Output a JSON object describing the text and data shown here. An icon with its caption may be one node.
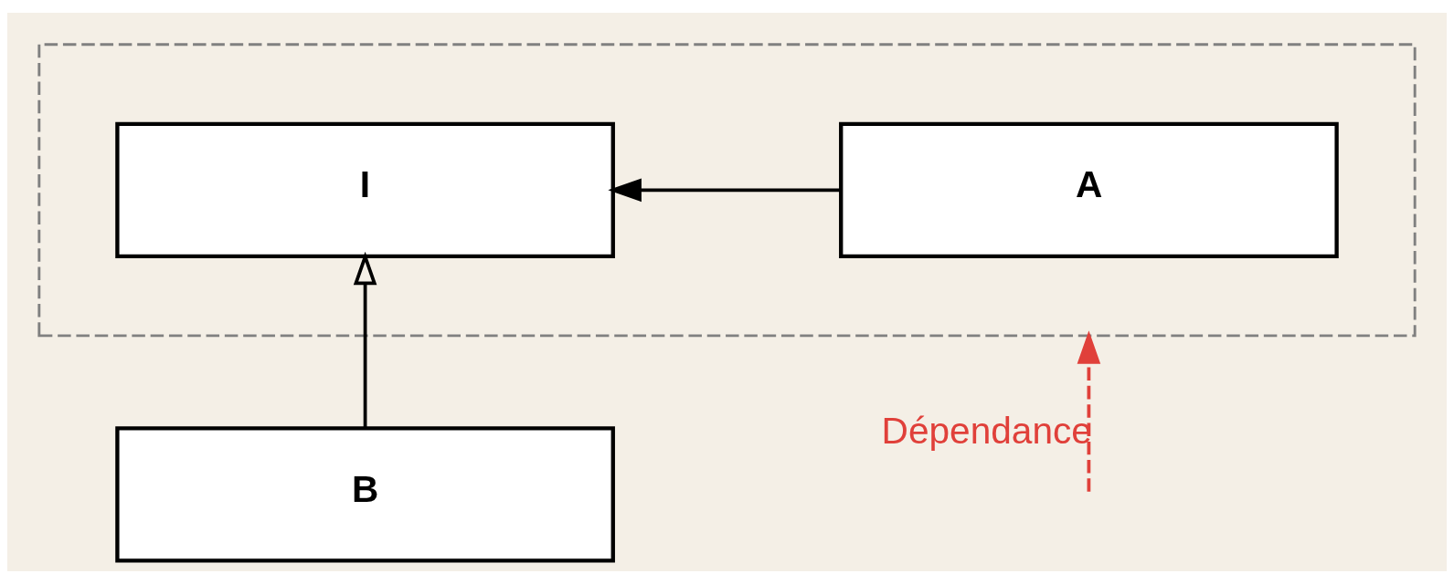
{
  "diagram": {
    "nodes": [
      {
        "text": [],
        "shape": "box"
      },
      {
        "text": [
          "A"
        ],
        "in": 0
      },
      {
        "text": [
          "I"
        ],
        "in": 0
      },
      {
        "text": [
          "B"
        ]
      }
    ],
    "edges": [
      {
        "from": 1,
        "to": 2,
        "arrow": "to"
      },
      {
        "from": 3,
        "to": 2,
        "arrow": "to"
      },
      {
        "from": null,
        "to": 0,
        "arrow": "to",
        "label": "Dépendance",
        "style": "dashed",
        "color": "#e0403a"
      }
    ]
  }
}
